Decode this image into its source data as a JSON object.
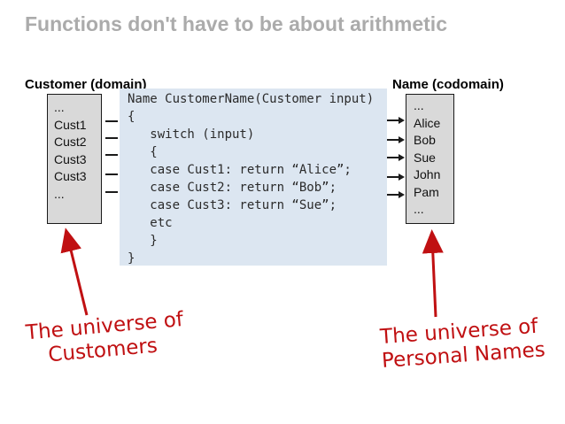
{
  "title": "Functions don't have to be about arithmetic",
  "colors": {
    "title_gray": "#ABABAB",
    "box_fill": "#D9D9D9",
    "box_border": "#1A1A1A",
    "code_fill": "#DCE6F1",
    "annotation_red": "#C01012",
    "arrow_black": "#1A1A1A"
  },
  "domain_box": {
    "label": "Customer (domain)",
    "items": [
      "...",
      "Cust1",
      "Cust2",
      "Cust3",
      "Cust3",
      "..."
    ]
  },
  "function_box": {
    "code": "Name CustomerName(Customer input)\n{\n   switch (input)\n   {\n   case Cust1: return “Alice”;\n   case Cust2: return “Bob”;\n   case Cust3: return “Sue”;\n   etc\n   }\n}"
  },
  "codomain_box": {
    "label": "Name (codomain)",
    "items": [
      "...",
      "Alice",
      "Bob",
      "Sue",
      "John",
      "Pam",
      "..."
    ]
  },
  "annotations": {
    "left": {
      "line1": "The universe of",
      "line2": "Customers"
    },
    "right": {
      "line1": "The universe of",
      "line2": "Personal Names"
    }
  }
}
